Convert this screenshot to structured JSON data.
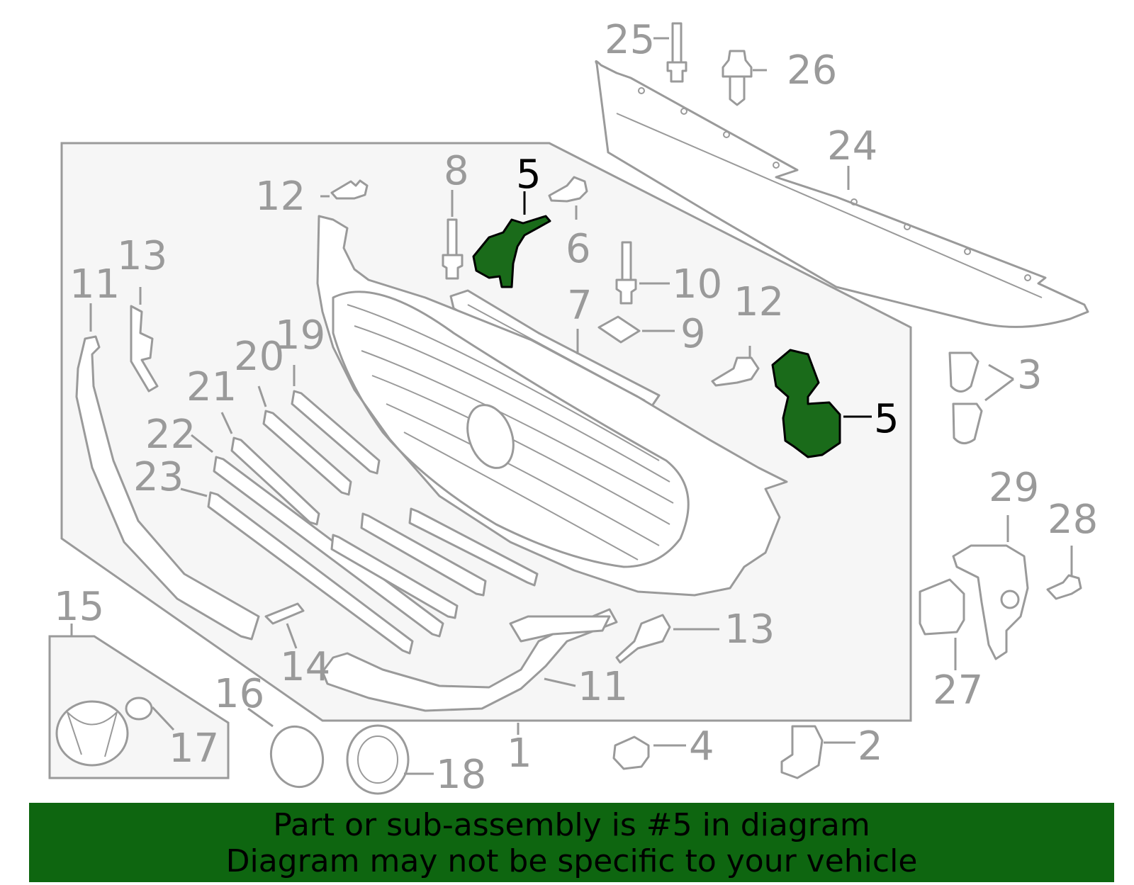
{
  "diagram": {
    "highlight_color": "#1a6b1a",
    "callouts": [
      {
        "id": "c25",
        "text": "25"
      },
      {
        "id": "c26",
        "text": "26"
      },
      {
        "id": "c24",
        "text": "24"
      },
      {
        "id": "c8",
        "text": "8"
      },
      {
        "id": "c5a",
        "text": "5",
        "highlighted": true
      },
      {
        "id": "c6",
        "text": "6"
      },
      {
        "id": "c12a",
        "text": "12"
      },
      {
        "id": "c13a",
        "text": "13"
      },
      {
        "id": "c11a",
        "text": "11"
      },
      {
        "id": "c10",
        "text": "10"
      },
      {
        "id": "c7",
        "text": "7"
      },
      {
        "id": "c9",
        "text": "9"
      },
      {
        "id": "c12b",
        "text": "12"
      },
      {
        "id": "c19",
        "text": "19"
      },
      {
        "id": "c20",
        "text": "20"
      },
      {
        "id": "c21",
        "text": "21"
      },
      {
        "id": "c22",
        "text": "22"
      },
      {
        "id": "c23",
        "text": "23"
      },
      {
        "id": "c3",
        "text": "3"
      },
      {
        "id": "c5b",
        "text": "5",
        "highlighted": true
      },
      {
        "id": "c29",
        "text": "29"
      },
      {
        "id": "c28",
        "text": "28"
      },
      {
        "id": "c15",
        "text": "15"
      },
      {
        "id": "c13b",
        "text": "13"
      },
      {
        "id": "c14",
        "text": "14"
      },
      {
        "id": "c11b",
        "text": "11"
      },
      {
        "id": "c27",
        "text": "27"
      },
      {
        "id": "c16",
        "text": "16"
      },
      {
        "id": "c17",
        "text": "17"
      },
      {
        "id": "c1",
        "text": "1"
      },
      {
        "id": "c4",
        "text": "4"
      },
      {
        "id": "c2",
        "text": "2"
      },
      {
        "id": "c18",
        "text": "18"
      }
    ]
  },
  "banner": {
    "line1": "Part or sub-assembly is #5 in diagram",
    "line2": "Diagram may not be specific to your vehicle",
    "background": "#0e6610"
  }
}
